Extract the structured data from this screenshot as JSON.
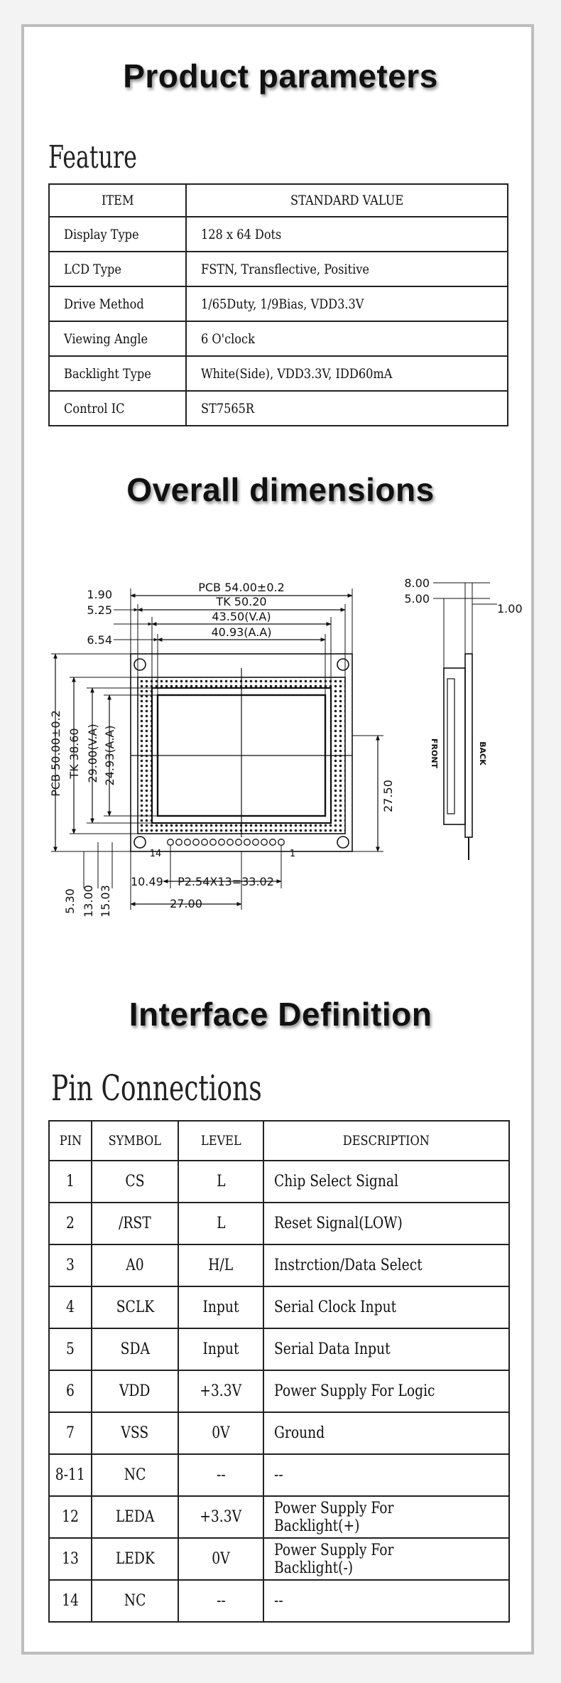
{
  "sections": {
    "product_parameters": "Product parameters",
    "overall_dimensions": "Overall dimensions",
    "interface_definition": "Interface Definition"
  },
  "feature": {
    "title": "Feature",
    "headers": [
      "ITEM",
      "STANDARD VALUE"
    ],
    "rows": [
      {
        "item": "Display Type",
        "value": "128 x 64 Dots"
      },
      {
        "item": "LCD Type",
        "value": "FSTN, Transflective, Positive"
      },
      {
        "item": "Drive Method",
        "value": "1/65Duty, 1/9Bias, VDD3.3V"
      },
      {
        "item": "Viewing Angle",
        "value": "6 O'clock"
      },
      {
        "item": "Backlight Type",
        "value": "White(Side), VDD3.3V, IDD60mA"
      },
      {
        "item": "Control IC",
        "value": "ST7565R"
      }
    ]
  },
  "dimensions": {
    "pcb_width": "PCB 54.00±0.2",
    "tk_width": "TK 50.20",
    "va_width": "43.50(V.A)",
    "aa_width": "40.93(A.A)",
    "left_190": "1.90",
    "left_525": "5.25",
    "left_654": "6.54",
    "pcb_height": "PCB 50.00±0.2",
    "tk_height": "TK 38.60",
    "va_height": "29.00(V.A)",
    "aa_height": "24.93(A.A)",
    "right_2750": "27.50",
    "pin14": "14",
    "pin1": "1",
    "bot_1049": "10.49",
    "pitch": "P2.54X13=33.02",
    "bot_2700": "27.00",
    "bot_530": "5.30",
    "bot_1300": "13.00",
    "bot_1503": "15.03",
    "side_800": "8.00",
    "side_500": "5.00",
    "side_100": "1.00",
    "front": "FRONT",
    "back": "BACK"
  },
  "pins": {
    "title": "Pin Connections",
    "headers": [
      "PIN",
      "SYMBOL",
      "LEVEL",
      "DESCRIPTION"
    ],
    "rows": [
      {
        "pin": "1",
        "symbol": "CS",
        "level": "L",
        "desc": "Chip Select Signal"
      },
      {
        "pin": "2",
        "symbol": "/RST",
        "level": "L",
        "desc": "Reset Signal(LOW)"
      },
      {
        "pin": "3",
        "symbol": "A0",
        "level": "H/L",
        "desc": "Instrction/Data Select"
      },
      {
        "pin": "4",
        "symbol": "SCLK",
        "level": "Input",
        "desc": "Serial Clock Input"
      },
      {
        "pin": "5",
        "symbol": "SDA",
        "level": "Input",
        "desc": "Serial Data Input"
      },
      {
        "pin": "6",
        "symbol": "VDD",
        "level": "+3.3V",
        "desc": "Power Supply For Logic"
      },
      {
        "pin": "7",
        "symbol": "VSS",
        "level": "0V",
        "desc": "Ground"
      },
      {
        "pin": "8-11",
        "symbol": "NC",
        "level": "--",
        "desc": "--"
      },
      {
        "pin": "12",
        "symbol": "LEDA",
        "level": "+3.3V",
        "desc": "Power Supply For Backlight(+)"
      },
      {
        "pin": "13",
        "symbol": "LEDK",
        "level": "0V",
        "desc": "Power Supply For Backlight(-)"
      },
      {
        "pin": "14",
        "symbol": "NC",
        "level": "--",
        "desc": "--"
      }
    ]
  }
}
